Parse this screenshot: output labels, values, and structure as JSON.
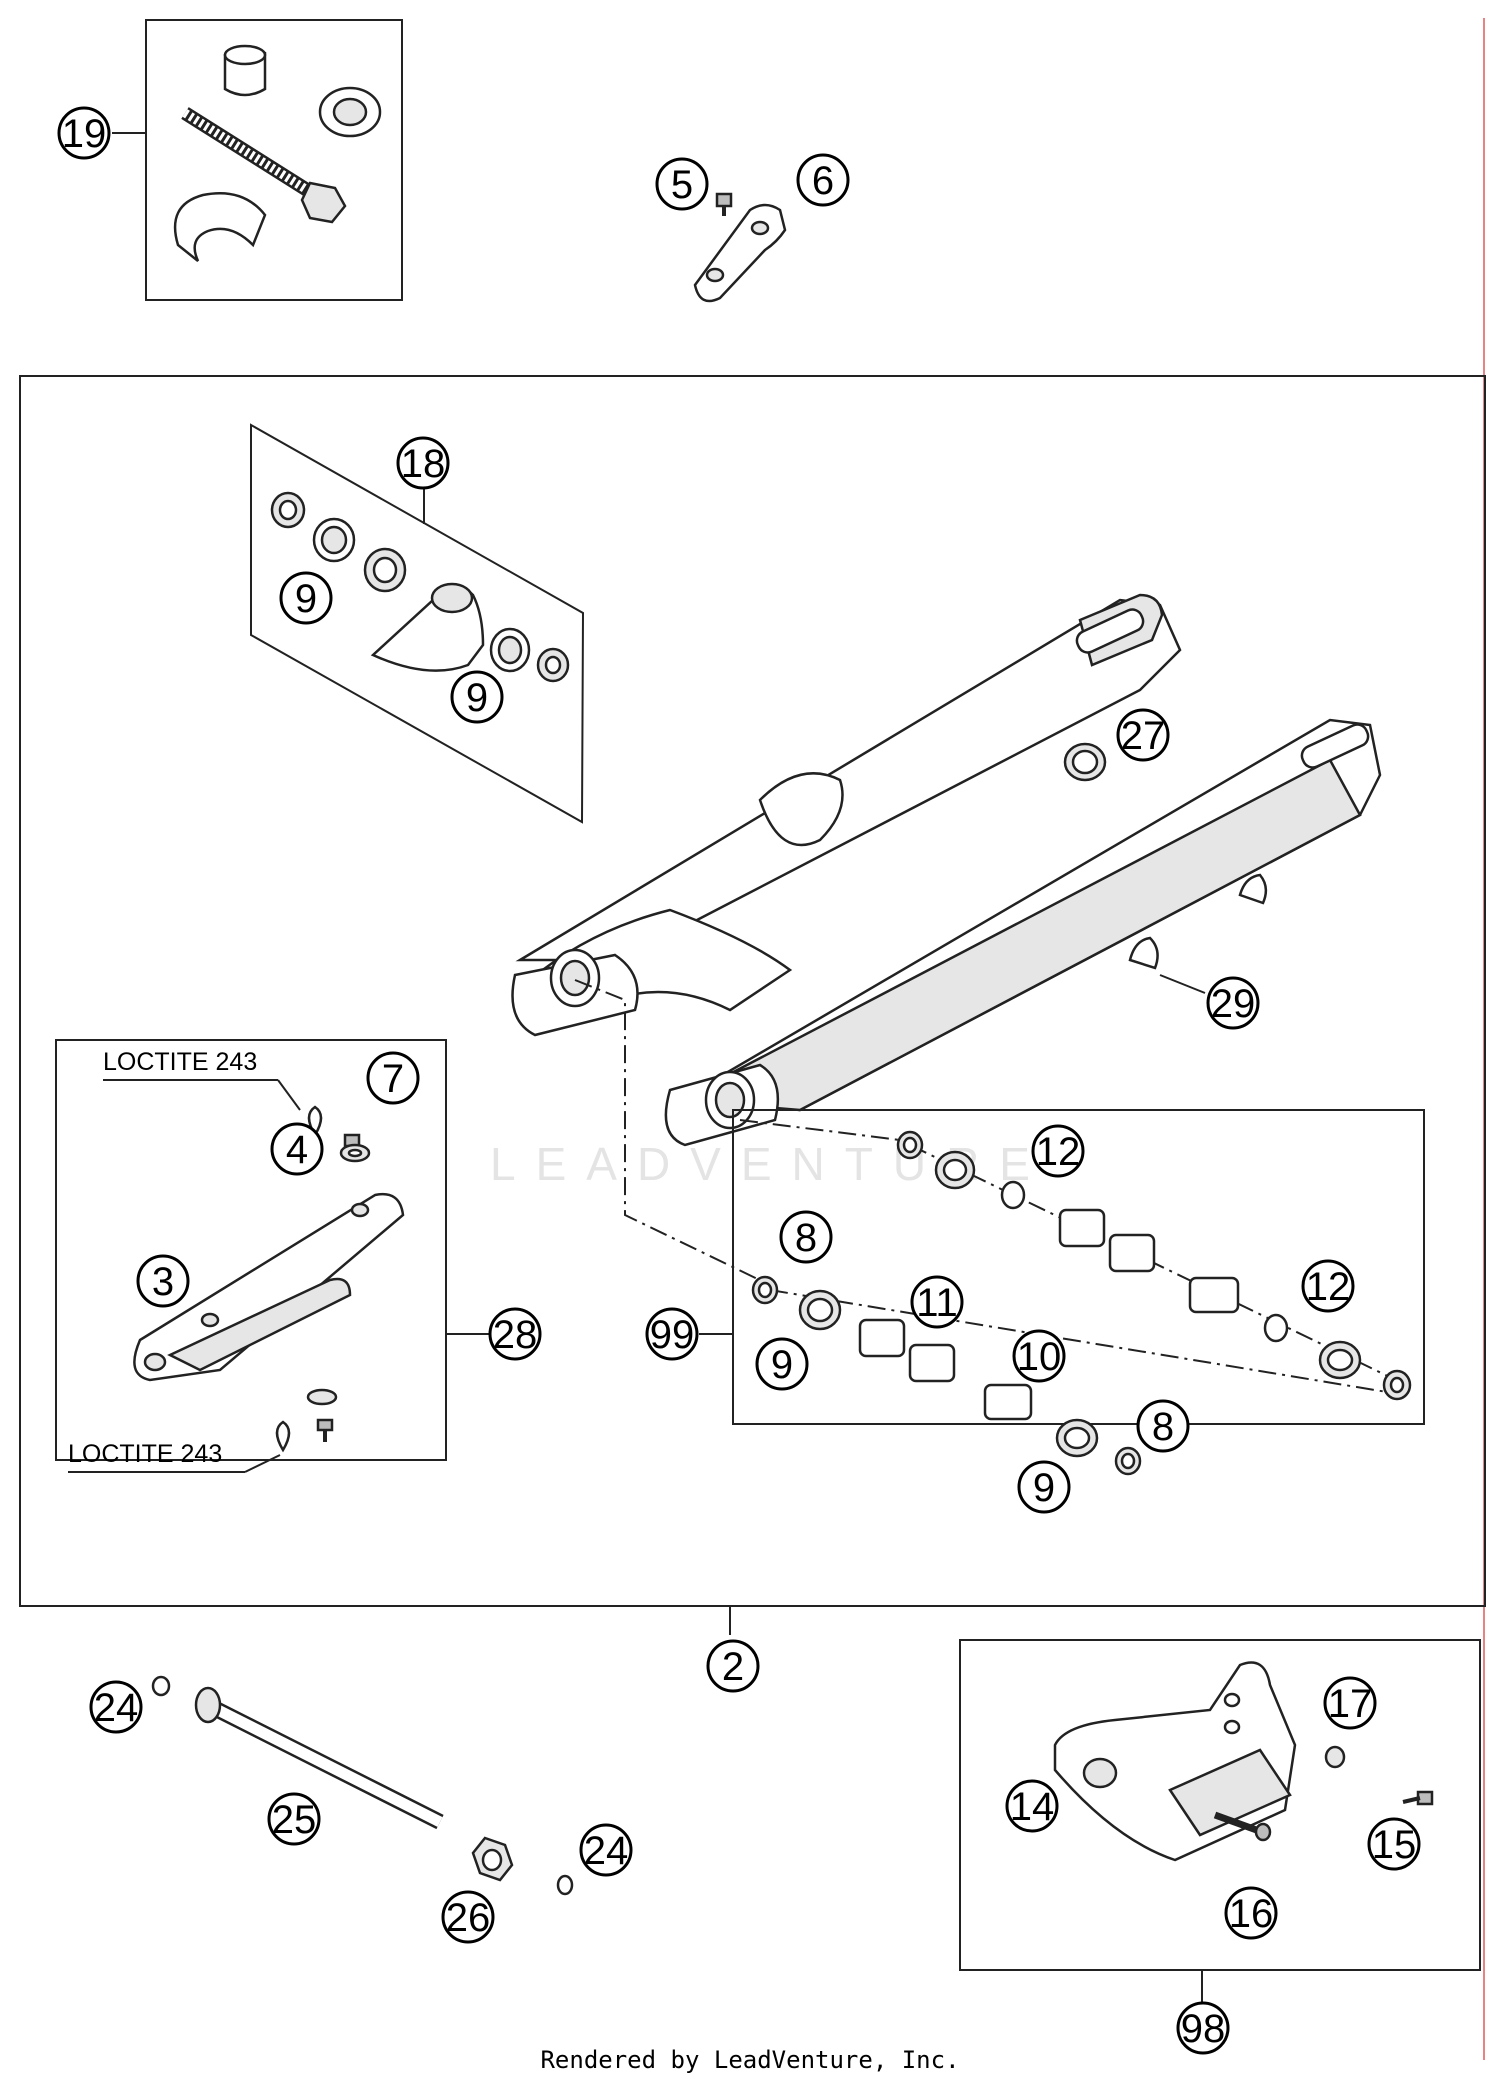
{
  "diagram": {
    "callouts": {
      "c19": "19",
      "c5": "5",
      "c6": "6",
      "c18": "18",
      "c9a": "9",
      "c9b": "9",
      "c27": "27",
      "c29": "29",
      "c7": "7",
      "c4": "4",
      "c3": "3",
      "c28": "28",
      "c12a": "12",
      "c8a": "8",
      "c11": "11",
      "c99": "99",
      "c9c": "9",
      "c10": "10",
      "c12b": "12",
      "c8b": "8",
      "c9d": "9",
      "c2": "2",
      "c24a": "24",
      "c25": "25",
      "c24b": "24",
      "c26": "26",
      "c17": "17",
      "c14": "14",
      "c15": "15",
      "c16": "16",
      "c98": "98"
    },
    "loctite_top": "LOCTITE 243",
    "loctite_bottom": "LOCTITE 243",
    "watermark": "LEADVENTURE",
    "footer": "Rendered by LeadVenture, Inc.",
    "colors": {
      "line": "#222222",
      "margin_line": "#e05a5a"
    }
  }
}
